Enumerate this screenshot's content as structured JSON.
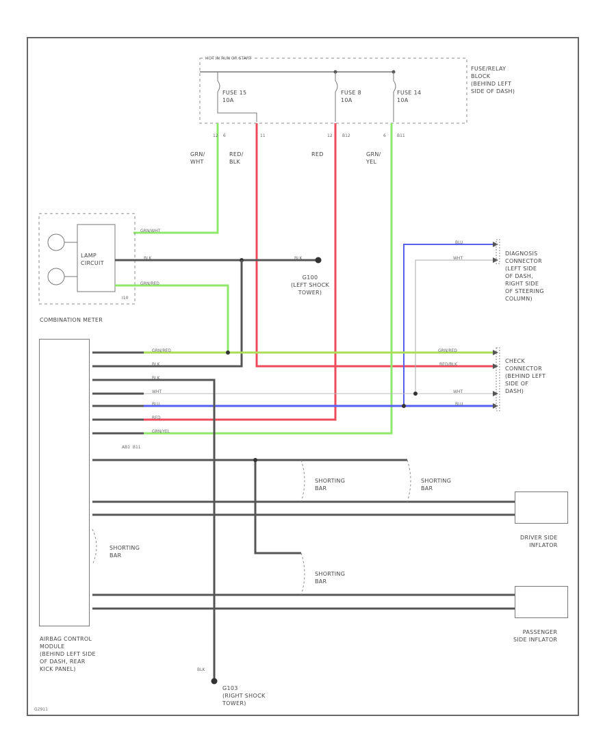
{
  "diagram_id": "G2911",
  "fuse_block": {
    "header": "HOT IN RUN OR START",
    "fuses": [
      "FUSE 15\n10A",
      "FUSE 8\n10A",
      "FUSE 14\n10A"
    ],
    "label": "FUSE/RELAY\nBLOCK\n(BEHIND LEFT\nSIDE OF DASH)"
  },
  "pins_top": [
    "12",
    "6",
    "11",
    "12",
    "B12",
    "6",
    "B11"
  ],
  "wire_colors_top": [
    "GRN/\nWHT",
    "RED/\nBLK",
    "RED",
    "GRN/\nYEL"
  ],
  "combination_meter": {
    "label": "COMBINATION METER",
    "circuit": "LAMP\nCIRCUIT",
    "pin_left": "I10",
    "wires": [
      "GRN/WHT",
      "BLK",
      "GRN/RED"
    ]
  },
  "ground_left": {
    "label": "G100\n(LEFT SHOCK\nTOWER)",
    "wire": "BLK"
  },
  "diagnosis_connector": {
    "label": "DIAGNOSIS\nCONNECTOR\n(LEFT SIDE\nOF DASH,\nRIGHT SIDE\nOF STEERING\nCOLUMN)",
    "wires": [
      "BLU",
      "WHT"
    ]
  },
  "check_connector": {
    "label": "CHECK\nCONNECTOR\n(BEHIND LEFT\nSIDE OF\nDASH)",
    "wires": [
      "GRN/RED",
      "RED/BLK",
      "WHT",
      "BLU"
    ]
  },
  "module_wires": [
    "GRN/RED",
    "BLK",
    "BLK",
    "WHT",
    "BLU",
    "RED",
    "GRN/YEL"
  ],
  "module_pin_label": "AB1  B11",
  "shorting_bar": "SHORTING\nBAR",
  "driver_inflator": "DRIVER SIDE\nINFLATOR",
  "passenger_inflator": "PASSENGER\nSIDE INFLATOR",
  "airbag_module": "AIRBAG CONTROL\nMODULE\n(BEHIND LEFT SIDE\nOF DASH, REAR\nKICK PANEL)",
  "ground_right": {
    "label": "G103\n(RIGHT SHOCK\nTOWER)",
    "wire": "BLK"
  },
  "colors": {
    "green": "#8ee86a",
    "red": "#ee4a5a",
    "blue": "#5560ee",
    "dark": "#555555",
    "gray": "#999999"
  }
}
